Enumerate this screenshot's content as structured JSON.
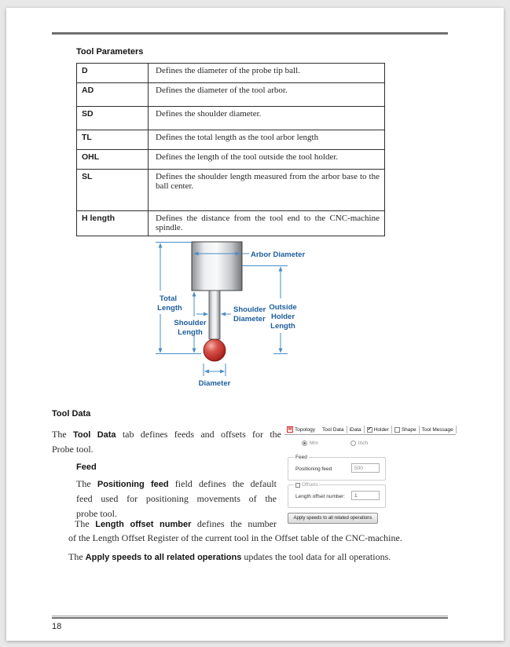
{
  "page": {
    "number": "18"
  },
  "tool_parameters": {
    "heading": "Tool Parameters",
    "rows": [
      {
        "key": "D",
        "definition": "Defines the diameter of the probe tip ball."
      },
      {
        "key": "AD",
        "definition": "Defines the diameter of the tool arbor."
      },
      {
        "key": "SD",
        "definition": "Defines the shoulder diameter."
      },
      {
        "key": "TL",
        "definition": "Defines the total length as the tool arbor length"
      },
      {
        "key": "OHL",
        "definition": "Defines the length of the tool outside the tool holder."
      },
      {
        "key": "SL",
        "definition": "Defines the shoulder length measured from the arbor base to the ball center."
      },
      {
        "key": "H length",
        "definition": "Defines the distance from the tool end to the CNC-machine spindle."
      }
    ]
  },
  "diagram": {
    "labels": {
      "arbor_diameter": "Arbor Diameter",
      "total_length": [
        "Total",
        "Length"
      ],
      "shoulder_length": [
        "Shoulder",
        "Length"
      ],
      "shoulder_diameter": [
        "Shoulder",
        "Diameter"
      ],
      "outside_holder_length": [
        "Outside",
        "Holder",
        "Length"
      ],
      "diameter": "Diameter"
    },
    "colors": {
      "dimension_label": "#1c5d9c",
      "dimension_arrow": "#4a8ec5",
      "ball_red": "#c0392b",
      "arbor_gray": "#b9bcbf"
    }
  },
  "tool_data": {
    "heading": "Tool Data",
    "intro_lines": [
      [
        {
          "t": "The "
        },
        {
          "t": "Tool Data",
          "b": true
        },
        {
          "t": " tab defines feeds and offsets for the"
        }
      ],
      [
        {
          "t": "Probe tool."
        }
      ]
    ],
    "feed_heading": "Feed",
    "feed_lines": [
      [
        {
          "t": "The "
        },
        {
          "t": "Positioning feed",
          "b": true
        },
        {
          "t": " field defines the default"
        }
      ],
      [
        {
          "t": "feed used for positioning movements of the"
        }
      ],
      [
        {
          "t": "probe tool."
        }
      ]
    ],
    "offset_line_1": [
      {
        "t": "The "
      },
      {
        "t": "Length offset number",
        "b": true
      },
      {
        "t": " defines the number"
      }
    ],
    "offset_line_2": [
      {
        "t": "of the Length Offset Register of the current tool in the Offset table of the CNC-machine."
      }
    ],
    "apply_line": [
      {
        "t": "The "
      },
      {
        "t": "Apply speeds to all related operations",
        "b": true
      },
      {
        "t": " updates the tool data for all operations."
      }
    ]
  },
  "screenshot": {
    "tab_icon": "M",
    "tab_icon_color": "#cc2a2a",
    "checkmark": "✔",
    "tabs": [
      {
        "label": "Topology"
      },
      {
        "label": "Tool Data"
      },
      {
        "label": "iData"
      },
      {
        "label": "Holder",
        "checkbox": "checked"
      },
      {
        "label": "Shape",
        "checkbox": "unchecked"
      },
      {
        "label": "Tool Message"
      }
    ],
    "units": {
      "mm": "Mm",
      "inch": "Inch",
      "selected": "Mm"
    },
    "feed": {
      "legend": "Feed",
      "label": "Positioning feed",
      "value": "500"
    },
    "offsets": {
      "legend": "Offsets",
      "label": "Length offset number:",
      "value": "1",
      "checkbox": "unchecked"
    },
    "apply_button": "Apply speeds to all related operations"
  }
}
